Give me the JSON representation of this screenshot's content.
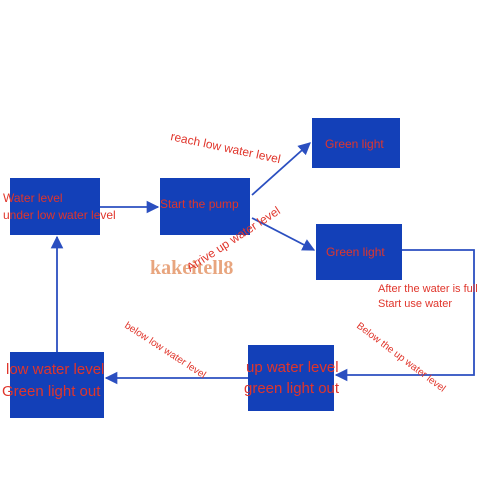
{
  "nodes": {
    "water_level_low": {
      "line1": "Water level",
      "line2": "under low water level"
    },
    "start_pump": {
      "text": "Start the pump"
    },
    "green_light_top": {
      "text": "Green light"
    },
    "green_light_mid": {
      "text": "Green light"
    },
    "up_water_level": {
      "line1": "up water level",
      "line2": "green light out"
    },
    "low_water_level": {
      "line1": "low water level",
      "line2": "Green light out"
    }
  },
  "edges": {
    "reach_low": "reach low water level",
    "arrive_up": "Arrive up water level",
    "after_full_1": "After the water is full",
    "after_full_2": "Start use water",
    "below_up": "Below the up water level",
    "below_low": "below low water level"
  },
  "watermark": "kakeitell8",
  "colors": {
    "box": "#1340b8",
    "text": "#e0352b",
    "edge": "#2b4fc0"
  }
}
